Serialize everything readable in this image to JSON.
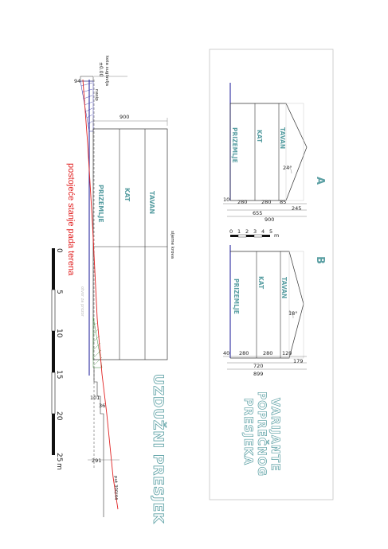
{
  "colors": {
    "teal": "#5a9fa3",
    "red": "#e02020",
    "blue": "#2a2aa0",
    "green_hatch": "#3a8a3a"
  },
  "long_section": {
    "title": "UZDUŽNI PRESJEK",
    "terrain_label": "postojeće stanje pada terena",
    "floors": [
      "PRIZEMLJE",
      "KAT",
      "TAVAN"
    ],
    "roof_label": "sljeme krova",
    "width_dim": "900",
    "datum": "±0.00",
    "datum_note": "kota suglavlja",
    "fill_label": "nasip",
    "dim_94": "94",
    "dim_101": "101",
    "dim_36": "36",
    "dim_291": "291",
    "road_label": "put 300/44",
    "faint_label": "otvor za prozor"
  },
  "scale_bar": {
    "ticks": [
      "0",
      "5",
      "10",
      "15",
      "20",
      "25"
    ],
    "unit": "m"
  },
  "variants": {
    "title_line1": "VARIJANTE",
    "title_line2": "POPREČNOG",
    "title_line3": "PRESJEKA",
    "a": {
      "label": "A",
      "floors": [
        "PRIZEMLJE",
        "KAT",
        "TAVAN"
      ],
      "angle": "24°",
      "dims_row1": [
        "10",
        "280",
        "280",
        "85"
      ],
      "dims_row2": [
        "655",
        "245"
      ],
      "dims_total": "900"
    },
    "b": {
      "label": "B",
      "floors": [
        "PRIZEMLJE",
        "KAT",
        "TAVAN"
      ],
      "angle": "18°",
      "dims_row1": [
        "40",
        "280",
        "280",
        "120"
      ],
      "dims_row2": [
        "720",
        "179"
      ],
      "dims_total": "899"
    },
    "small_scale_ticks": [
      "0",
      "1",
      "2",
      "3",
      "4",
      "5"
    ],
    "small_scale_unit": "m"
  }
}
